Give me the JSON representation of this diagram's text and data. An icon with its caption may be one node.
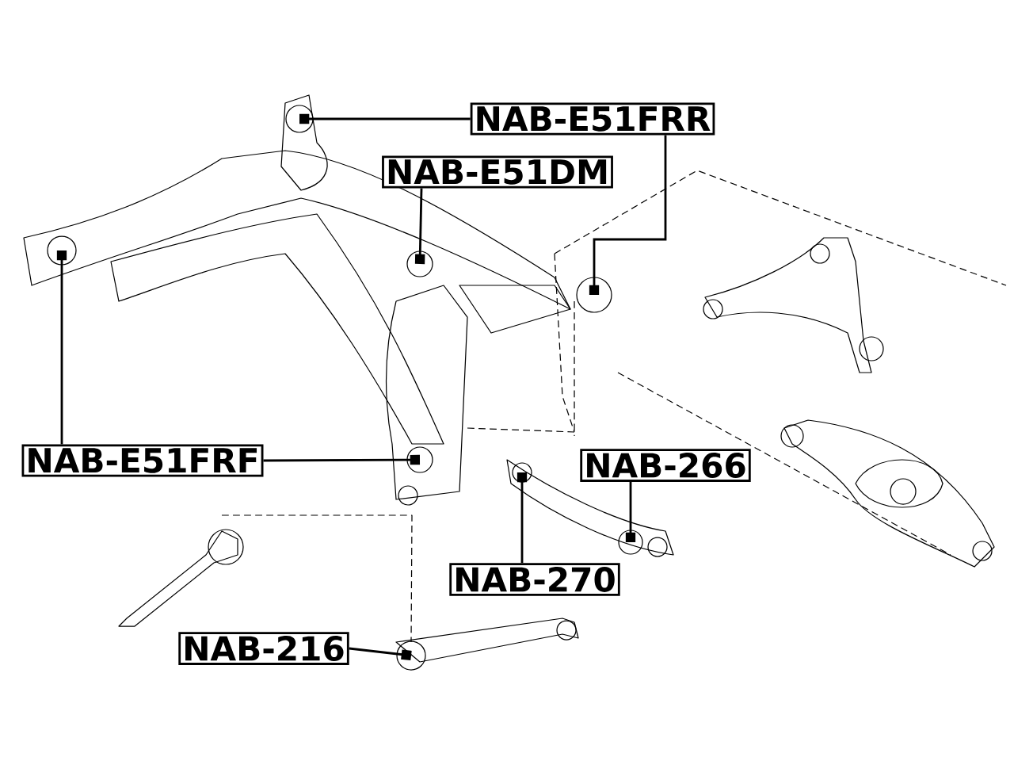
{
  "diagram": {
    "nodes": [
      {
        "text": [
          "NAB-E51FRR"
        ]
      },
      {
        "text": [
          "NAB-E51DM"
        ]
      },
      {
        "text": [
          "NAB-E51FRF"
        ]
      },
      {
        "text": [
          "NAB-266"
        ]
      },
      {
        "text": [
          "NAB-270"
        ]
      },
      {
        "text": [
          "NAB-216"
        ]
      },
      {
        "text": [],
        "shape": "circle"
      },
      {
        "text": [],
        "shape": "circle"
      },
      {
        "text": [],
        "shape": "circle"
      },
      {
        "text": [],
        "shape": "circle"
      },
      {
        "text": [],
        "shape": "circle"
      },
      {
        "text": [],
        "shape": "circle"
      },
      {
        "text": [],
        "shape": "circle"
      },
      {
        "text": [],
        "shape": "circle"
      }
    ],
    "edges": [
      {
        "from": 0,
        "to": 6,
        "arrow": "other"
      },
      {
        "from": 0,
        "to": 7,
        "arrow": "other"
      },
      {
        "from": 1,
        "to": 8,
        "arrow": "other"
      },
      {
        "from": 2,
        "to": 9,
        "arrow": "other"
      },
      {
        "from": 2,
        "to": 10,
        "arrow": "other"
      },
      {
        "from": 3,
        "to": 11,
        "arrow": "other"
      },
      {
        "from": 4,
        "to": 12,
        "arrow": "other"
      },
      {
        "from": 5,
        "to": 13,
        "arrow": "other"
      }
    ]
  }
}
